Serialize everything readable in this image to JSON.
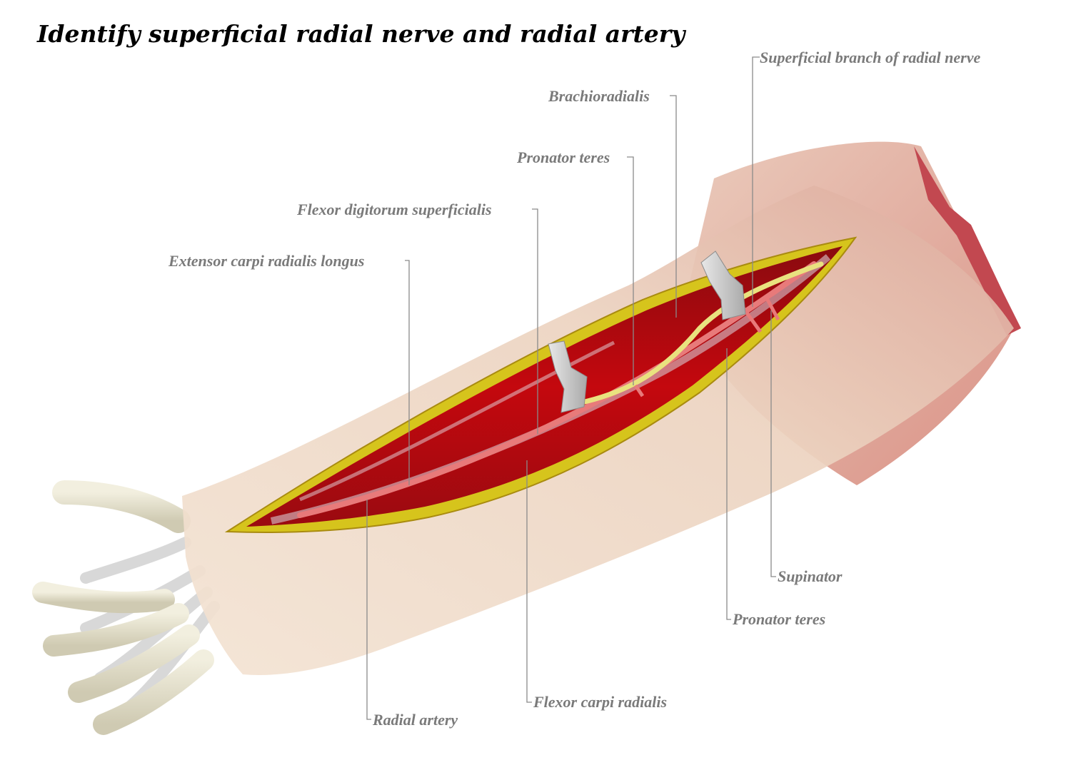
{
  "title": "Identify superficial radial nerve and radial artery",
  "labels": {
    "superficial_branch_radial_nerve": "Superficial branch of radial nerve",
    "brachioradialis": "Brachioradialis",
    "pronator_teres_top": "Pronator teres",
    "flexor_digitorum_superficialis": "Flexor digitorum superficialis",
    "extensor_carpi_radialis_longus": "Extensor carpi radialis longus",
    "supinator": "Supinator",
    "pronator_teres_bottom": "Pronator teres",
    "flexor_carpi_radialis": "Flexor carpi radialis",
    "radial_artery": "Radial artery"
  },
  "colors": {
    "label_text": "#7a7a7a",
    "leader_line": "#8a8a8a",
    "skin": "#efd9c6",
    "muscle": "#b5080f",
    "fat_edge": "#d4c21a",
    "nerve": "#e6e08a",
    "artery": "#e86a6a",
    "bone": "#e4e0cc",
    "retractor": "#c9c9c9"
  }
}
